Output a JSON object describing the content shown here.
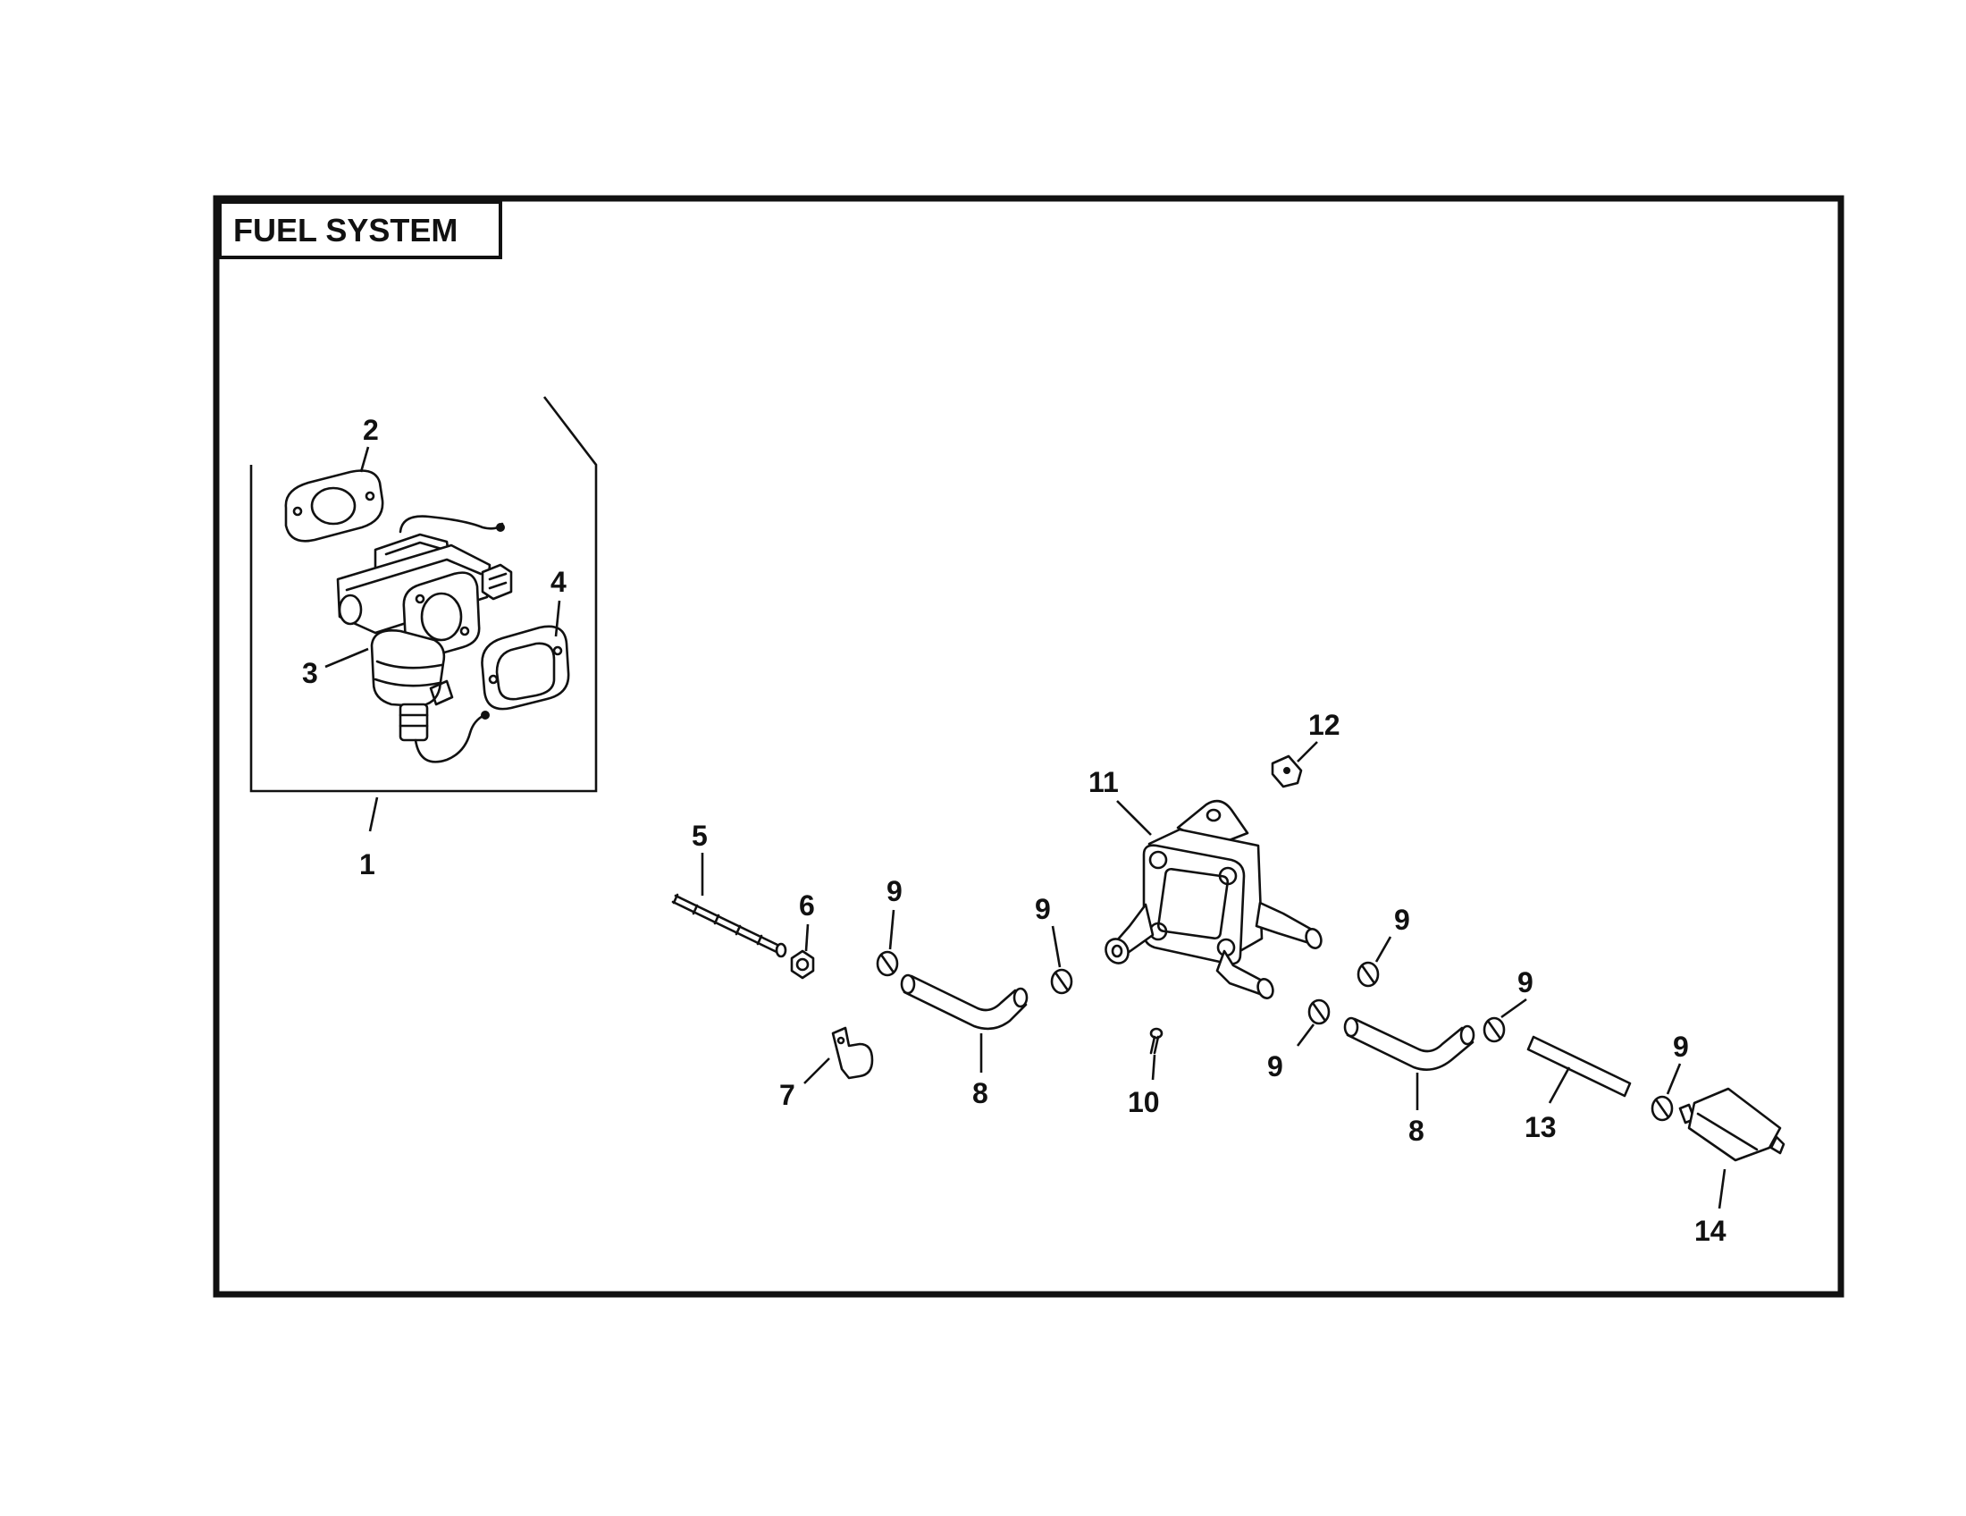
{
  "diagram": {
    "title": "FUEL SYSTEM",
    "callouts": {
      "c1": "1",
      "c2": "2",
      "c3": "3",
      "c4": "4",
      "c5": "5",
      "c6": "6",
      "c7": "7",
      "c8a": "8",
      "c8b": "8",
      "c9a": "9",
      "c9b": "9",
      "c9c": "9",
      "c9d": "9",
      "c9e": "9",
      "c9f": "9",
      "c10": "10",
      "c11": "11",
      "c12": "12",
      "c13": "13",
      "c14": "14"
    }
  }
}
